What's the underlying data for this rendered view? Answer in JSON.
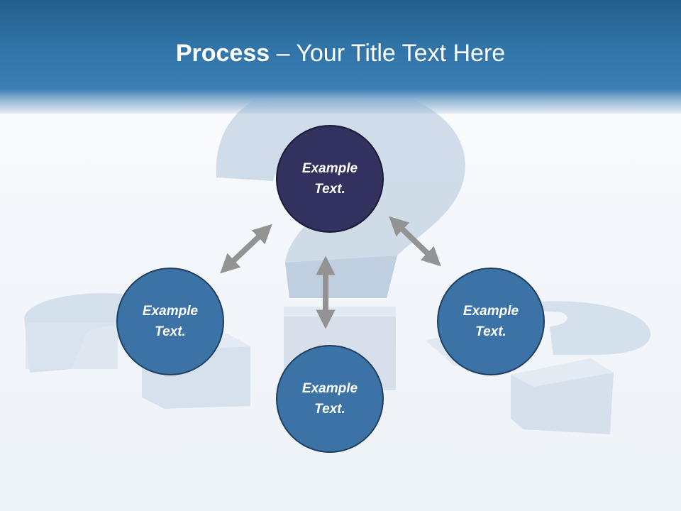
{
  "slide": {
    "title_bold": "Process",
    "title_rest": " – Your Title Text Here"
  },
  "nodes": {
    "top": "Example\nText.",
    "left": "Example\nText.",
    "right": "Example\nText.",
    "bottom": "Example\nText."
  },
  "colors": {
    "header": "#2f72a6",
    "node_blue": "#3b73a6",
    "node_dark": "#33325f",
    "arrow": "#939393"
  }
}
